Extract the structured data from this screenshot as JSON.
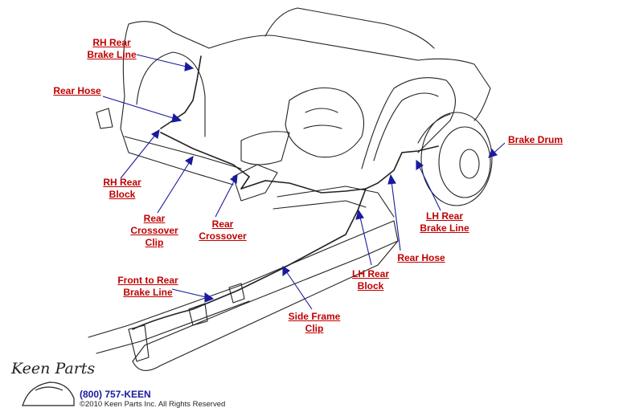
{
  "labels": {
    "rh_rear_brake_line": [
      "RH Rear",
      "Brake Line"
    ],
    "rear_hose_left": [
      "Rear Hose"
    ],
    "rh_rear_block": [
      "RH Rear",
      "Block"
    ],
    "rear_crossover_clip": [
      "Rear",
      "Crossover",
      "Clip"
    ],
    "rear_crossover": [
      "Rear",
      "Crossover"
    ],
    "front_to_rear_brake_line": [
      "Front to Rear",
      "Brake Line"
    ],
    "side_frame_clip": [
      "Side Frame",
      "Clip"
    ],
    "lh_rear_block": [
      "LH Rear",
      "Block"
    ],
    "rear_hose_right": [
      "Rear Hose"
    ],
    "lh_rear_brake_line": [
      "LH Rear",
      "Brake Line"
    ],
    "brake_drum": [
      "Brake Drum"
    ]
  },
  "footer": {
    "logo": "Keen Parts",
    "phone": "(800) 757-KEEN",
    "copyright": "©2010 Keen Parts Inc. All Rights Reserved"
  },
  "colors": {
    "label": "#c00000",
    "leader": "#1a1aa0",
    "line_art": "#222222"
  }
}
